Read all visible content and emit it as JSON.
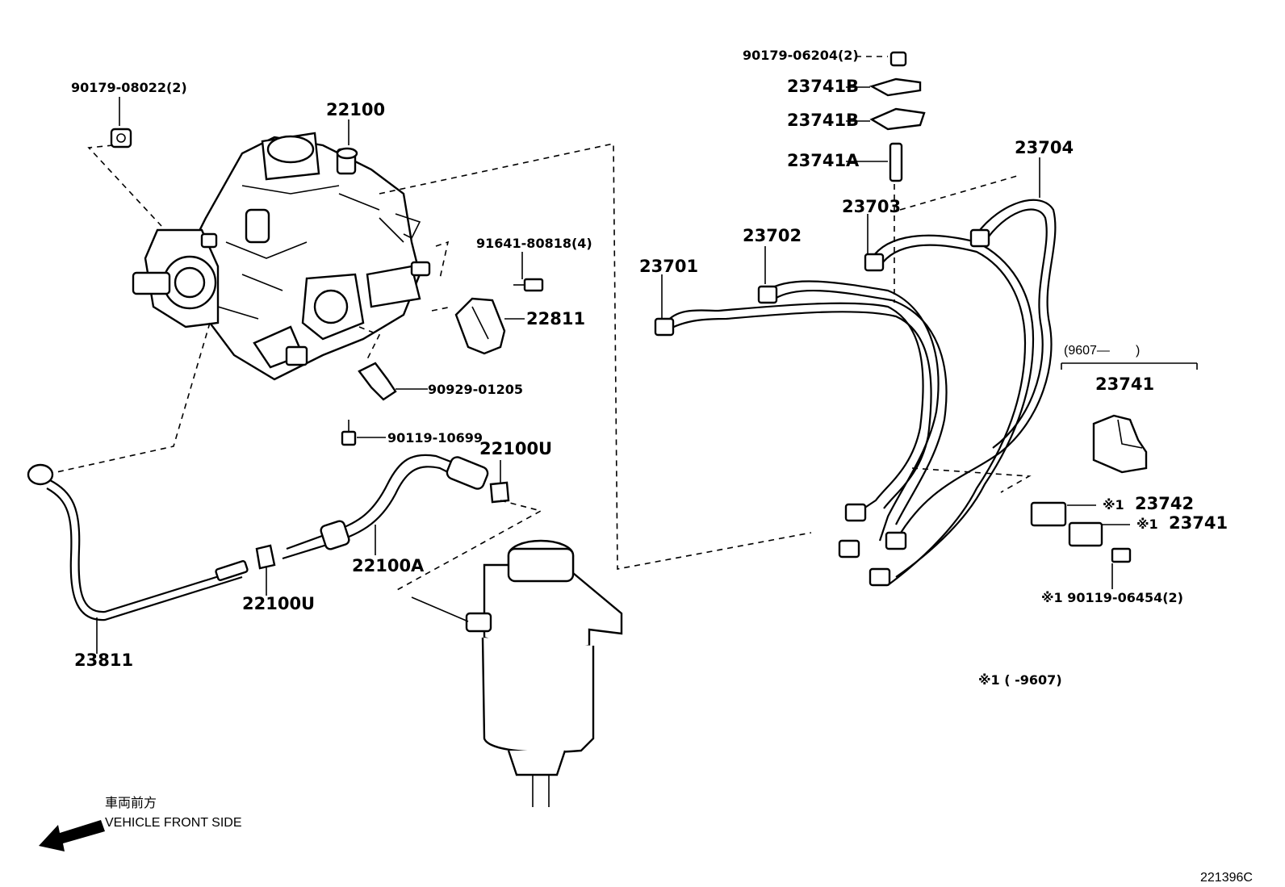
{
  "diagram_id": "221396C",
  "direction": {
    "label_jp": "車両前方",
    "label_en": "VEHICLE FRONT SIDE",
    "icon": "arrow-left-down-icon"
  },
  "parts": {
    "p90179_08022": "90179-08022(2)",
    "p22100": "22100",
    "p91641_80818": "91641-80818(4)",
    "p22811": "22811",
    "p90929_01205": "90929-01205",
    "p90119_10699": "90119-10699",
    "p22100U_a": "22100U",
    "p22100U_b": "22100U",
    "p22100A": "22100A",
    "p23811": "23811",
    "p90179_06204": "90179-06204(2)",
    "p23741B_a": "23741B",
    "p23741B_b": "23741B",
    "p23741A": "23741A",
    "p23703": "23703",
    "p23704": "23704",
    "p23702": "23702",
    "p23701": "23701",
    "range_9607": "(9607—",
    "range_close": ")",
    "p23741_top": "23741",
    "note_mark_1": "※1",
    "p23742": "23742",
    "note_mark_2": "※1",
    "p23741_bot": "23741",
    "p90119_06454": "※1 90119-06454(2)",
    "footnote": "※1 (      -9607)"
  }
}
